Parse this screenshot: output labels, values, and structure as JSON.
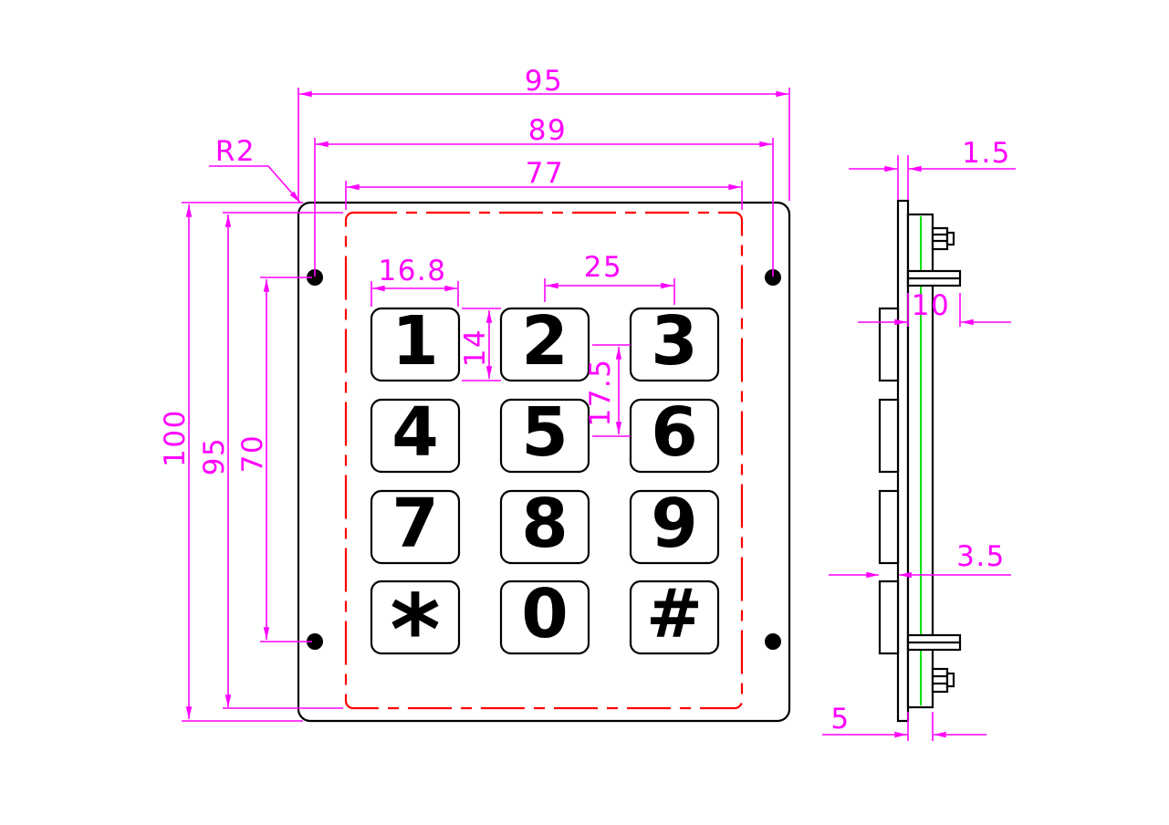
{
  "drawing": {
    "front_view": {
      "dim_overall_width": "95",
      "dim_hole_spacing_horizontal": "89",
      "dim_cutout_width": "77",
      "dim_overall_height": "100",
      "dim_cutout_height": "95",
      "dim_hole_spacing_vertical": "70",
      "dim_key_width": "16.8",
      "dim_key_pitch_horizontal": "25",
      "dim_key_height": "14",
      "dim_key_pitch_vertical": "17.5",
      "dim_corner_radius": "R2",
      "keys": [
        "1",
        "2",
        "3",
        "4",
        "5",
        "6",
        "7",
        "8",
        "9",
        "*",
        "0",
        "#"
      ]
    },
    "side_view": {
      "dim_panel_thickness": "1.5",
      "dim_mounting_depth": "10",
      "dim_key_protrusion": "3.5",
      "dim_rear_depth": "5"
    },
    "colors": {
      "dimension_lines": "#ff00ff",
      "part_outline": "#000000",
      "cutout_centerline": "#fe0000",
      "pcb_line": "#00e200",
      "background": "#ffffff"
    }
  }
}
